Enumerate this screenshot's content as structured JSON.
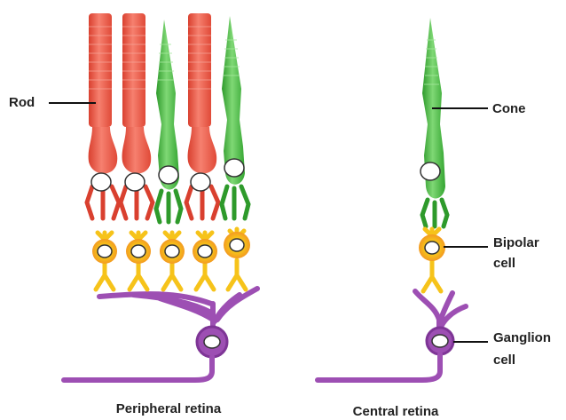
{
  "labels": {
    "rod": "Rod",
    "cone": "Cone",
    "bipolar_line1": "Bipolar",
    "bipolar_line2": "cell",
    "ganglion_line1": "Ganglion",
    "ganglion_line2": "cell"
  },
  "captions": {
    "peripheral": "Peripheral retina",
    "central": "Central retina"
  },
  "colors": {
    "rod": "#ef5b4a",
    "rod_dark": "#d9402f",
    "cone": "#4bbf47",
    "cone_dark": "#2e9a2b",
    "bipolar": "#f6c31a",
    "bipolar_halo": "#f39a21",
    "ganglion": "#9d4fb3",
    "ganglion_halo": "#7e3596",
    "nucleus": "#ffffff",
    "leader_line": "#111111"
  },
  "peripheral_photoreceptors": [
    "rod",
    "rod",
    "cone",
    "rod",
    "cone"
  ],
  "central_photoreceptors": [
    "cone"
  ]
}
